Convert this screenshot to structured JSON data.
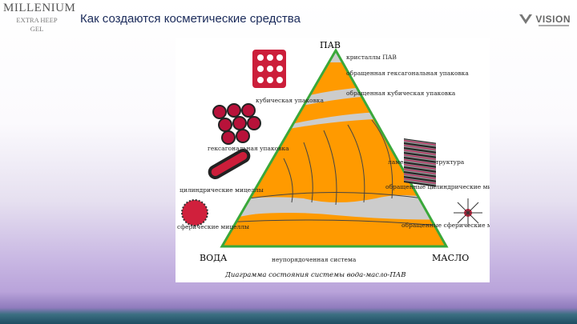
{
  "header": {
    "logo_main": "MILLENIUM",
    "logo_sub1": "EXTRA HEEP",
    "logo_sub2": "GEL",
    "title": "Как создаются косметические средства",
    "brand": "VISION"
  },
  "diagram": {
    "vertex_top": "ПАВ",
    "vertex_left": "ВОДА",
    "vertex_right": "МАСЛО",
    "labels": {
      "surfactant_crystals": "кристаллы ПАВ",
      "inverted_hexagonal": "обращенная гексагональная упаковка",
      "cubic": "кубическая упаковка",
      "inverted_cubic": "обращенная кубическая упаковка",
      "hexagonal": "гексагональная упаковка",
      "lamellar": "ламеллярная структура",
      "cylindrical_micelles": "цилиндрические мицеллы",
      "inverted_cylinder": "обращенные цилиндрические мицеллы",
      "spherical_micelles": "сферические мицеллы",
      "inverted_spherical": "обращенные сферические мицеллы",
      "bicontinuous": "неупорядоченная система"
    },
    "caption": "Диаграмма состояния системы вода-масло-ПАВ",
    "colors": {
      "phase": "#ff9a00",
      "gray": "#cccccc",
      "border": "#3aa83a"
    }
  }
}
